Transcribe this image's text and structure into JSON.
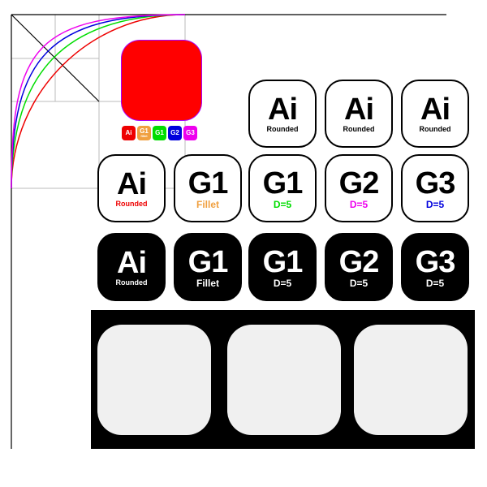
{
  "colors": {
    "ai": "#ee0000",
    "fillet": "#f0a040",
    "g1": "#00dd00",
    "g2": "#0000dd",
    "g3": "#ee00ee"
  },
  "badges": [
    {
      "label": "Ai",
      "sub": "",
      "color": "#ee0000"
    },
    {
      "label": "G1",
      "sub": "fillet",
      "color": "#f0a040"
    },
    {
      "label": "G1",
      "sub": "",
      "color": "#00dd00"
    },
    {
      "label": "G2",
      "sub": "",
      "color": "#0000dd"
    },
    {
      "label": "G3",
      "sub": "",
      "color": "#ee00ee"
    }
  ],
  "row1": [
    {
      "title": "Ai",
      "sub": "Rounded"
    },
    {
      "title": "Ai",
      "sub": "Rounded"
    },
    {
      "title": "Ai",
      "sub": "Rounded"
    }
  ],
  "row2": [
    {
      "title": "Ai",
      "sub": "Rounded",
      "color": "#ee0000"
    },
    {
      "title": "G1",
      "sub": "Fillet",
      "color": "#f0a040"
    },
    {
      "title": "G1",
      "sub": "D=5",
      "color": "#00dd00"
    },
    {
      "title": "G2",
      "sub": "D=5",
      "color": "#ee00ee"
    },
    {
      "title": "G3",
      "sub": "D=5",
      "color": "#0000dd"
    }
  ],
  "row3": [
    {
      "title": "Ai",
      "sub": "Rounded"
    },
    {
      "title": "G1",
      "sub": "Fillet"
    },
    {
      "title": "G1",
      "sub": "D=5"
    },
    {
      "title": "G2",
      "sub": "D=5"
    },
    {
      "title": "G3",
      "sub": "D=5"
    }
  ]
}
